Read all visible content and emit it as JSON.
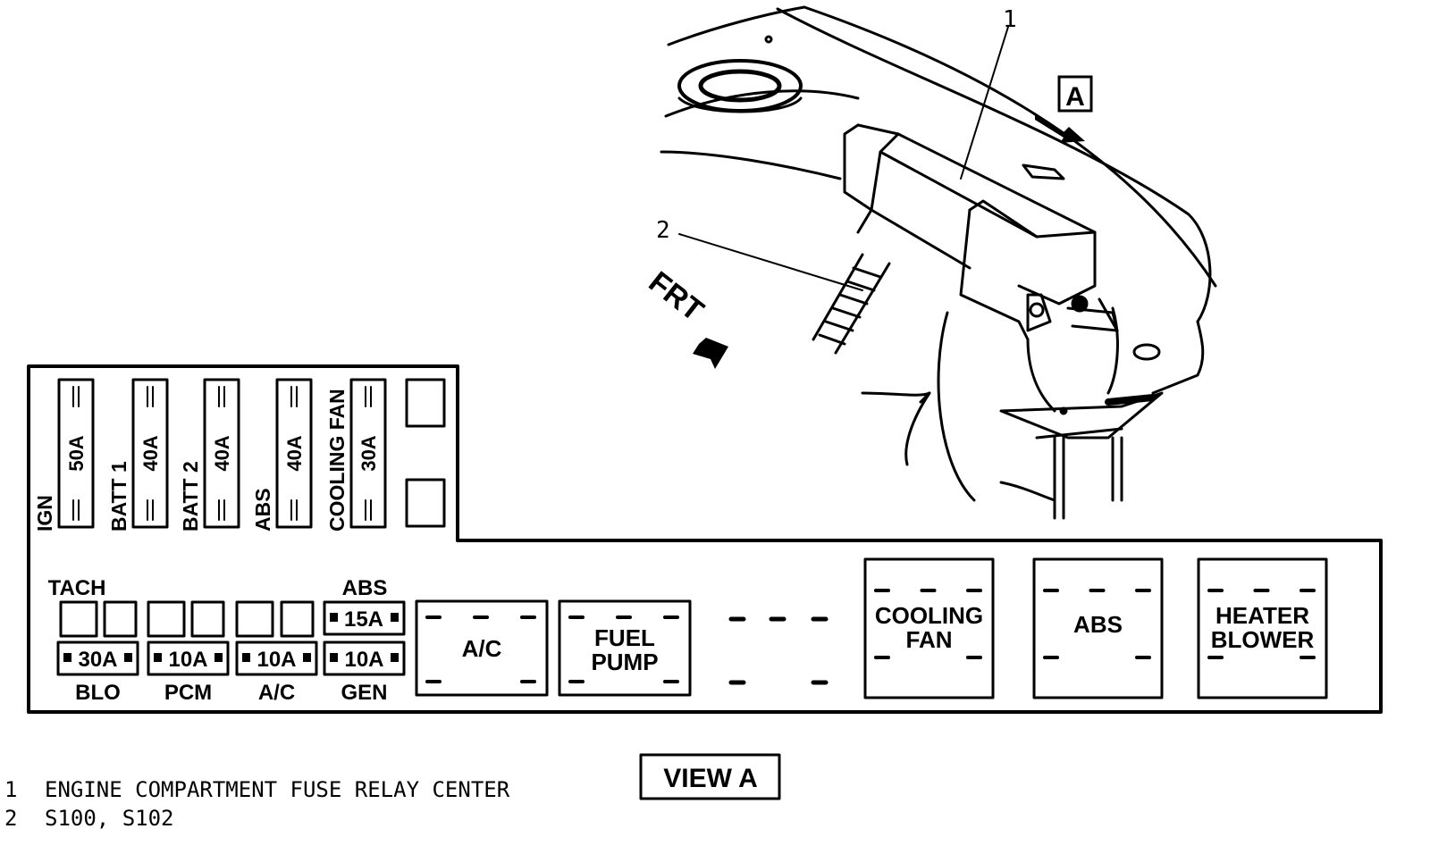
{
  "callouts": {
    "one": "1",
    "two": "2",
    "view_arrow": "A",
    "front": "FRT"
  },
  "legend": [
    {
      "num": "1",
      "text": "ENGINE COMPARTMENT FUSE RELAY CENTER"
    },
    {
      "num": "2",
      "text": "S100, S102"
    }
  ],
  "view_title": "VIEW A",
  "maxi_fuses": [
    {
      "name": "IGN",
      "rating": "50A"
    },
    {
      "name": "BATT 1",
      "rating": "40A"
    },
    {
      "name": "BATT 2",
      "rating": "40A"
    },
    {
      "name": "ABS",
      "rating": "40A"
    },
    {
      "name": "COOLING FAN",
      "rating": "30A"
    }
  ],
  "mini_fuses": {
    "tach_label": "TACH",
    "abs_label": "ABS",
    "abs_rating": "15A",
    "bottom": [
      {
        "rating": "30A",
        "name": "BLO"
      },
      {
        "rating": "10A",
        "name": "PCM"
      },
      {
        "rating": "10A",
        "name": "A/C"
      },
      {
        "rating": "10A",
        "name": "GEN"
      }
    ]
  },
  "relays": [
    {
      "line1": "A/C",
      "line2": ""
    },
    {
      "line1": "FUEL",
      "line2": "PUMP"
    },
    {
      "line1": "COOLING",
      "line2": "FAN"
    },
    {
      "line1": "ABS",
      "line2": ""
    },
    {
      "line1": "HEATER",
      "line2": "BLOWER"
    }
  ]
}
